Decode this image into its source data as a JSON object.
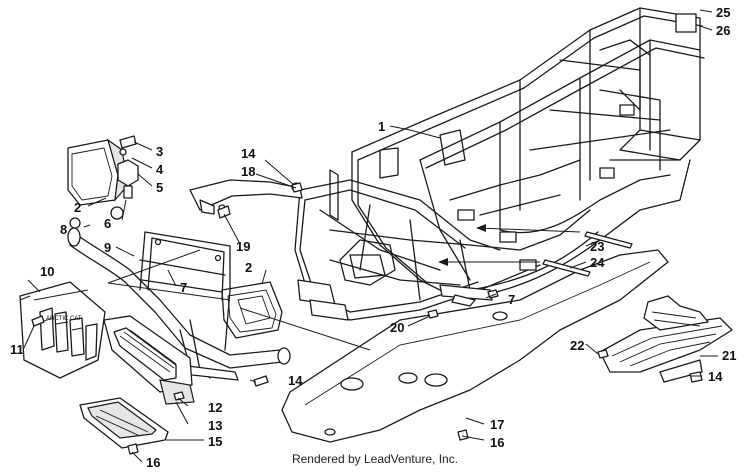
{
  "callouts": {
    "c1": "1",
    "c2a": "2",
    "c2b": "2",
    "c3": "3",
    "c4": "4",
    "c5": "5",
    "c6": "6",
    "c7a": "7",
    "c7b": "7",
    "c8": "8",
    "c9": "9",
    "c10": "10",
    "c11": "11",
    "c12": "12",
    "c13": "13",
    "c14a": "14",
    "c14b": "14",
    "c14c": "14",
    "c15": "15",
    "c16a": "16",
    "c16b": "16",
    "c17": "17",
    "c18": "18",
    "c19": "19",
    "c20": "20",
    "c21": "21",
    "c22": "22",
    "c23": "23",
    "c24": "24",
    "c25": "25",
    "c26": "26"
  },
  "caption": "Rendered by LeadVenture, Inc."
}
